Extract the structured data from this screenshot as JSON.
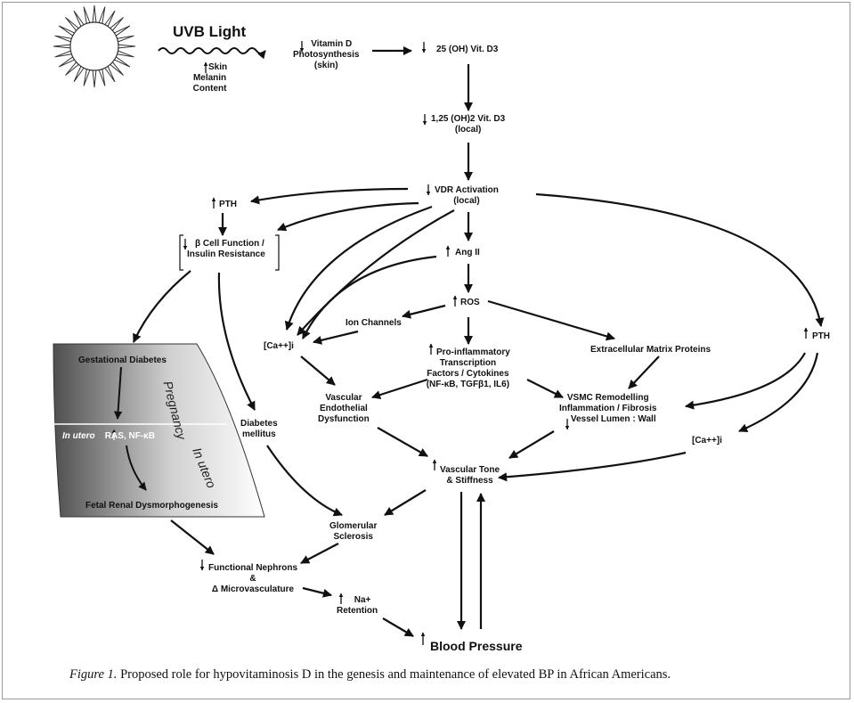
{
  "uvb": {
    "label": "UVB Light",
    "skin_melanin": [
      "Skin",
      "Melanin",
      "Content"
    ]
  },
  "nodes": {
    "vitd_photo": [
      "Vitamin D",
      "Photosynthesis",
      "(skin)"
    ],
    "oh25": "25 (OH) Vit. D3",
    "oh125": [
      "1,25 (OH)2 Vit. D3",
      "(local)"
    ],
    "vdr": [
      "VDR Activation",
      "(local)"
    ],
    "pth_left": "PTH",
    "beta_cell": [
      "Cell Function /",
      "Insulin Resistance"
    ],
    "beta_symbol": "β",
    "ang2": "Ang II",
    "ros": "ROS",
    "ion_channels": "Ion Channels",
    "ca_left": "[Ca++]i",
    "proinflam": [
      "Pro-inflammatory",
      "Transcription",
      "Factors / Cytokines",
      "(NF-κB, TGFβ1, IL6)"
    ],
    "ecm": "Extracellular Matrix Proteins",
    "pth_right": "PTH",
    "ved": [
      "Vascular",
      "Endothelial",
      "Dysfunction"
    ],
    "vsmc": [
      "VSMC Remodelling",
      "Inflammation  / Fibrosis",
      "Vessel Lumen : Wall"
    ],
    "ca_right": "[Ca++]i",
    "dm": [
      "Diabetes",
      "mellitus"
    ],
    "vtone": [
      "Vascular Tone",
      "& Stiffness"
    ],
    "glom": [
      "Glomerular",
      "Sclerosis"
    ],
    "nephrons": [
      "Functional Nephrons",
      "&",
      "Δ Microvasculature"
    ],
    "na": [
      "Na+",
      "Retention"
    ],
    "bp": "Blood Pressure"
  },
  "band": {
    "gestational": "Gestational Diabetes",
    "in_utero_prefix": "In utero",
    "ras": "RAS, NF-κB",
    "fetal": "Fetal Renal Dysmorphogenesis",
    "pregnancy": "Pregnancy",
    "in_utero_side": "In utero"
  },
  "caption": {
    "figure": "Figure 1.",
    "text": "Proposed role for hypovitaminosis D in the genesis and maintenance of elevated BP in African Americans."
  }
}
